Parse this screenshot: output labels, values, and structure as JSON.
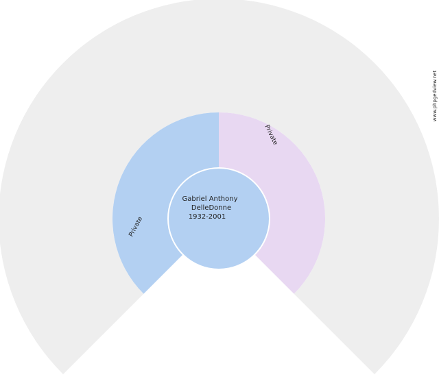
{
  "root": {
    "name_line1": "Gabriel Anthony",
    "name_line2": "DelleDonne",
    "dates": "1932-2001"
  },
  "parents": [
    {
      "label": "Private",
      "side": "father"
    },
    {
      "label": "Private",
      "side": "mother"
    }
  ],
  "watermark": "www.phpgedview.net",
  "colors": {
    "empty": "#eeeeee",
    "male": "#b3d0f2",
    "female": "#e8d8f2"
  }
}
